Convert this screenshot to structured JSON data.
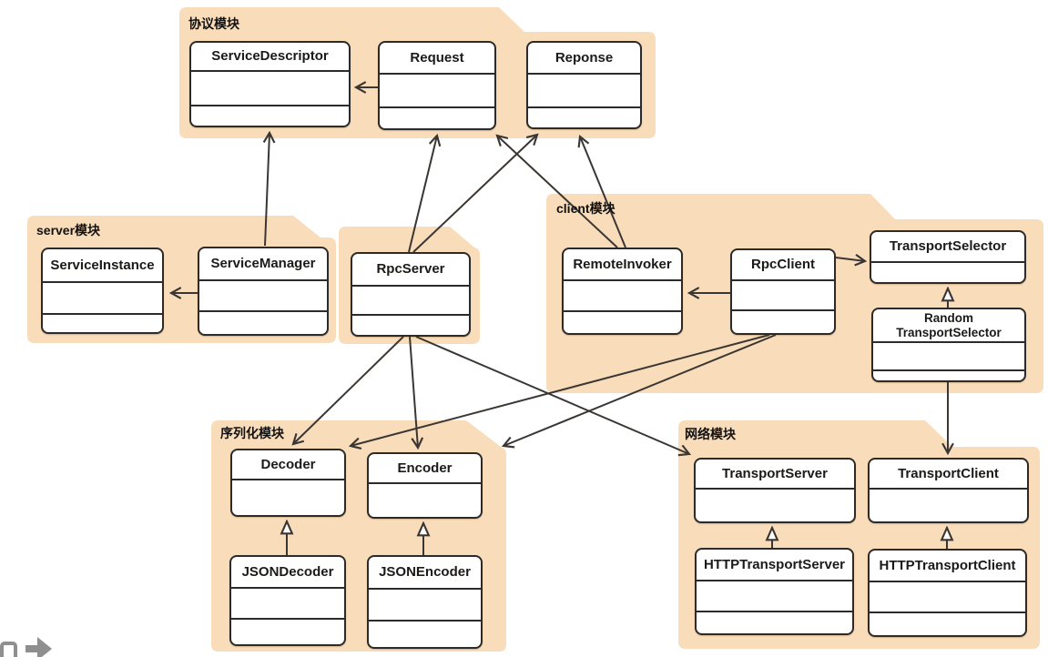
{
  "modules": {
    "protocol": {
      "label": "协议模块"
    },
    "server": {
      "label": "server模块"
    },
    "client": {
      "label": "client模块"
    },
    "serialization": {
      "label": "序列化模块"
    },
    "network": {
      "label": "网络模块"
    }
  },
  "classes": {
    "service_descriptor": {
      "title": "ServiceDescriptor"
    },
    "request": {
      "title": "Request"
    },
    "reponse": {
      "title": "Reponse"
    },
    "service_instance": {
      "title": "ServiceInstance"
    },
    "service_manager": {
      "title": "ServiceManager"
    },
    "rpc_server": {
      "title": "RpcServer"
    },
    "remote_invoker": {
      "title": "RemoteInvoker"
    },
    "rpc_client": {
      "title": "RpcClient"
    },
    "transport_selector": {
      "title": "TransportSelector"
    },
    "random_transport_selector": {
      "title": "Random\nTransportSelector"
    },
    "decoder": {
      "title": "Decoder"
    },
    "encoder": {
      "title": "Encoder"
    },
    "json_decoder": {
      "title": "JSONDecoder"
    },
    "json_encoder": {
      "title": "JSONEncoder"
    },
    "transport_server": {
      "title": "TransportServer"
    },
    "transport_client": {
      "title": "TransportClient"
    },
    "http_transport_server": {
      "title": "HTTPTransportServer"
    },
    "http_transport_client": {
      "title": "HTTPTransportClient"
    }
  },
  "relationships": [
    {
      "from": "Request",
      "to": "ServiceDescriptor",
      "type": "association"
    },
    {
      "from": "ServiceManager",
      "to": "ServiceDescriptor",
      "type": "association"
    },
    {
      "from": "ServiceManager",
      "to": "ServiceInstance",
      "type": "association"
    },
    {
      "from": "RpcServer",
      "to": "Request",
      "type": "association"
    },
    {
      "from": "RpcServer",
      "to": "Reponse",
      "type": "association"
    },
    {
      "from": "RemoteInvoker",
      "to": "Request",
      "type": "association"
    },
    {
      "from": "RemoteInvoker",
      "to": "Reponse",
      "type": "association"
    },
    {
      "from": "RpcClient",
      "to": "RemoteInvoker",
      "type": "association"
    },
    {
      "from": "RpcClient",
      "to": "TransportSelector",
      "type": "association"
    },
    {
      "from": "RandomTransportSelector",
      "to": "TransportSelector",
      "type": "inheritance"
    },
    {
      "from": "RandomTransportSelector",
      "to": "TransportClient",
      "type": "association"
    },
    {
      "from": "RpcServer",
      "to": "Decoder",
      "type": "association"
    },
    {
      "from": "RpcServer",
      "to": "Encoder",
      "type": "association"
    },
    {
      "from": "RpcServer",
      "to": "TransportServer",
      "type": "association"
    },
    {
      "from": "RpcClient",
      "to": "Decoder",
      "type": "association"
    },
    {
      "from": "RpcClient",
      "to": "Encoder",
      "type": "association"
    },
    {
      "from": "JSONDecoder",
      "to": "Decoder",
      "type": "inheritance"
    },
    {
      "from": "JSONEncoder",
      "to": "Encoder",
      "type": "inheritance"
    },
    {
      "from": "HTTPTransportServer",
      "to": "TransportServer",
      "type": "inheritance"
    },
    {
      "from": "HTTPTransportClient",
      "to": "TransportClient",
      "type": "inheritance"
    }
  ],
  "icons": {
    "monitor_icon": "rounded-rect-outline",
    "forward_arrow_icon": "solid-right-arrow"
  },
  "colors": {
    "module_fill": "#f9dcba",
    "box_border": "#2d2b29",
    "line": "#3a3633",
    "icon_gray": "#8f8f8f"
  }
}
